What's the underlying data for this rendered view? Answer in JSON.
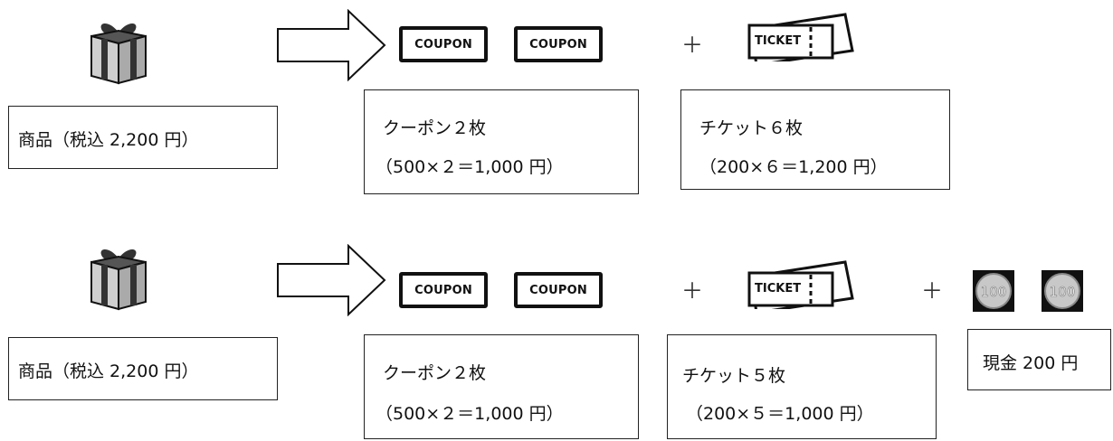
{
  "rows": [
    {
      "product_label": "商品（税込 2,200 円）",
      "coupon_labels": [
        "COUPON",
        "COUPON"
      ],
      "plus_signs": [
        "＋"
      ],
      "ticket_label": "TICKET",
      "coupon_box": {
        "line1": "クーポン２枚",
        "line2": "（500×２＝1,000 円）"
      },
      "ticket_box": {
        "line1": "チケット６枚",
        "line2": "（200×６＝1,200 円）"
      }
    },
    {
      "product_label": "商品（税込 2,200 円）",
      "coupon_labels": [
        "COUPON",
        "COUPON"
      ],
      "plus_signs": [
        "＋",
        "＋"
      ],
      "ticket_label": "TICKET",
      "coin_labels": [
        "100",
        "100"
      ],
      "coupon_box": {
        "line1": "クーポン２枚",
        "line2": "（500×２＝1,000 円）"
      },
      "ticket_box": {
        "line1": "チケット５枚",
        "line2": "（200×５＝1,000 円）"
      },
      "cash_box": {
        "label": "現金 200 円"
      }
    }
  ],
  "icons": {
    "gift": "gift-box-icon",
    "arrow": "right-arrow-icon",
    "ticket": "ticket-icon",
    "coin": "coin-100-yen-icon"
  }
}
